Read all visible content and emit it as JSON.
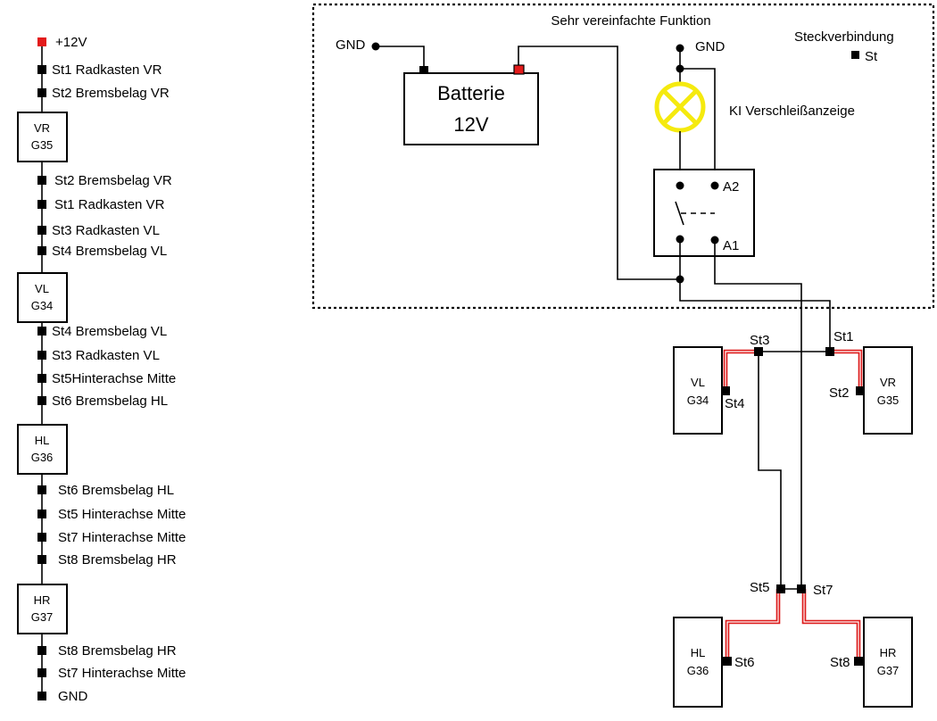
{
  "left_chain": {
    "items": [
      {
        "kind": "pin",
        "color": "#e31b1b",
        "label": "+12V"
      },
      {
        "kind": "pin",
        "label": "St1 Radkasten VR"
      },
      {
        "kind": "pin",
        "label": "St2 Bremsbelag VR"
      },
      {
        "kind": "box",
        "lines": [
          "VR",
          "G35"
        ]
      },
      {
        "kind": "pin",
        "label": "St2 Bremsbelag VR"
      },
      {
        "kind": "pin",
        "label": "St1 Radkasten VR"
      },
      {
        "kind": "pin",
        "label": "St3 Radkasten VL"
      },
      {
        "kind": "pin",
        "label": "St4 Bremsbelag VL"
      },
      {
        "kind": "box",
        "lines": [
          "VL",
          "G34"
        ]
      },
      {
        "kind": "pin",
        "label": "St4 Bremsbelag VL"
      },
      {
        "kind": "pin",
        "label": "St3 Radkasten VL"
      },
      {
        "kind": "pin",
        "label": "St5Hinterachse Mitte"
      },
      {
        "kind": "pin",
        "label": "St6 Bremsbelag HL"
      },
      {
        "kind": "box",
        "lines": [
          "HL",
          "G36"
        ]
      },
      {
        "kind": "pin",
        "label": "St6 Bremsbelag HL"
      },
      {
        "kind": "pin",
        "label": "St5 Hinterachse Mitte"
      },
      {
        "kind": "pin",
        "label": "St7 Hinterachse Mitte"
      },
      {
        "kind": "pin",
        "label": "St8 Bremsbelag HR"
      },
      {
        "kind": "box",
        "lines": [
          "HR",
          "G37"
        ]
      },
      {
        "kind": "pin",
        "label": "St8 Bremsbelag HR"
      },
      {
        "kind": "pin",
        "label": "St7 Hinterachse Mitte"
      },
      {
        "kind": "pin",
        "label": "GND"
      }
    ]
  },
  "circuit": {
    "title": "Sehr vereinfachte Funktion",
    "battery": {
      "line1": "Batterie",
      "line2": "12V",
      "plus_color": "#e31b1b"
    },
    "gnd_left": "GND",
    "gnd_right": "GND",
    "lamp_label": "KI Verschleißanzeige",
    "lamp_color": "#f5ea0e",
    "relay_a2": "A2",
    "relay_a1": "A1",
    "legend": {
      "title": "Steckverbindung",
      "symbol_label": "St"
    }
  },
  "sensors": {
    "vl": {
      "lines": [
        "VL",
        "G34"
      ],
      "top_connector": "St3",
      "side_connector": "St4"
    },
    "vr": {
      "lines": [
        "VR",
        "G35"
      ],
      "top_connector": "St1",
      "side_connector": "St2"
    },
    "hl": {
      "lines": [
        "HL",
        "G36"
      ],
      "top_connector": "St5",
      "side_connector": "St6"
    },
    "hr": {
      "lines": [
        "HR",
        "G37"
      ],
      "top_connector": "St7",
      "side_connector": "St8"
    },
    "wire_color": "#dd1a1a"
  }
}
